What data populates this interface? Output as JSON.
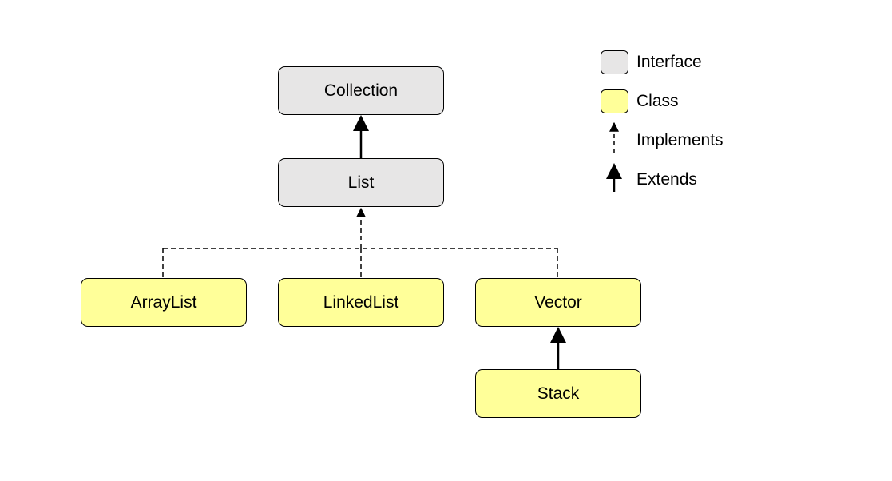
{
  "nodes": {
    "collection": "Collection",
    "list": "List",
    "arraylist": "ArrayList",
    "linkedlist": "LinkedList",
    "vector": "Vector",
    "stack": "Stack"
  },
  "legend": {
    "interface": "Interface",
    "class": "Class",
    "implements": "Implements",
    "extends": "Extends"
  },
  "colors": {
    "interface_fill": "#e7e6e6",
    "class_fill": "#ffff99",
    "stroke": "#000000"
  },
  "relations": [
    {
      "from": "List",
      "to": "Collection",
      "type": "extends"
    },
    {
      "from": "ArrayList",
      "to": "List",
      "type": "implements"
    },
    {
      "from": "LinkedList",
      "to": "List",
      "type": "implements"
    },
    {
      "from": "Vector",
      "to": "List",
      "type": "implements"
    },
    {
      "from": "Stack",
      "to": "Vector",
      "type": "extends"
    }
  ]
}
